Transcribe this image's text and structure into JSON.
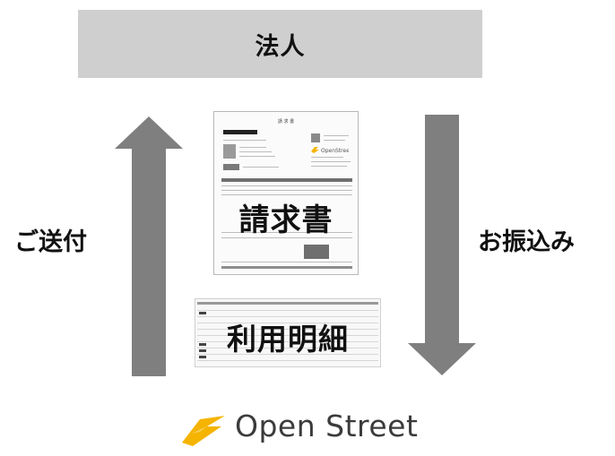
{
  "top_box": {
    "label": "法人"
  },
  "left_flow": {
    "label": "ご送付",
    "direction": "up"
  },
  "right_flow": {
    "label": "お振込み",
    "direction": "down"
  },
  "invoice": {
    "label": "請求書",
    "header_title": "請 求 書"
  },
  "statement": {
    "label": "利用明細"
  },
  "logo": {
    "text": "Open Street",
    "icon": "open-street-logo-icon",
    "icon_color": "#f5b400"
  },
  "colors": {
    "box": "#cfcfcf",
    "arrow": "#7f7f7f",
    "text": "#111111"
  }
}
